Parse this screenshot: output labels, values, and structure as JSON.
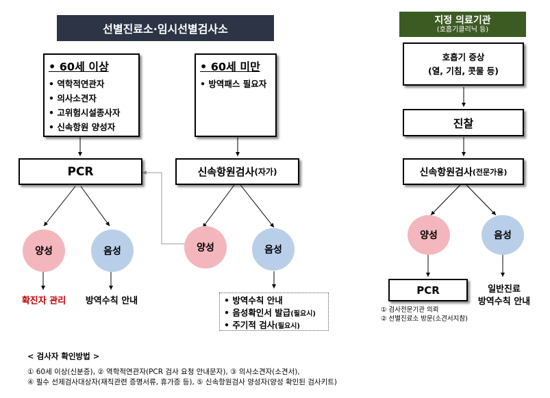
{
  "header_left": "선별진료소·임시선별검사소",
  "header_right": {
    "title": "지정 의료기관",
    "subtitle": "(호흡기클리닉 등)"
  },
  "box_over60": {
    "title": "60세 이상",
    "items": [
      "역학적연관자",
      "의사소견자",
      "고위험시설종사자",
      "신속항원 양성자"
    ]
  },
  "box_under60": {
    "title": "60세 미만",
    "items": [
      "방역패스 필요자"
    ]
  },
  "pcr_left": "PCR",
  "rat_self": {
    "main": "신속항원검사",
    "suffix": "(자가)"
  },
  "circles_left": {
    "positive": "양성",
    "negative": "음성"
  },
  "circles_mid": {
    "positive": "양성",
    "negative": "음성"
  },
  "result_confirmed": "확진자 관리",
  "result_quarantine": "방역수칙 안내",
  "dotted_box_items": [
    {
      "bullet": "•",
      "main": "방역수칙 안내",
      "note": ""
    },
    {
      "bullet": "•",
      "main": "음성확인서 발급",
      "note": "(필요시)"
    },
    {
      "bullet": "•",
      "main": "주기적 검사",
      "note": "(필요시)"
    }
  ],
  "right_symptoms": {
    "line1": "호흡기 증상",
    "line2": "(열, 기침, 콧물 등)"
  },
  "right_exam": "진찰",
  "rat_pro": {
    "main": "신속항원검사",
    "suffix": "(전문가용)"
  },
  "circles_right": {
    "positive": "양성",
    "negative": "음성"
  },
  "pcr_right": "PCR",
  "general_care": {
    "line1": "일반진료",
    "line2": "방역수칙 안내"
  },
  "pcr_notes": [
    "① 검사전문기관 의뢰",
    "② 선별진료소 방문(소견서지참)"
  ],
  "footer": {
    "title": "< 검사자 확인방법 >",
    "line1": "① 60세 이상(신분증), ② 역학적연관자(PCR 검사 요청 안내문자), ③ 의사소견자(소견서),",
    "line2": "④ 필수 선제검사대상자(재직관련 증명서류, 휴가증 등), ⑤ 신속항원검사 양성자(양성 확인된 검사키트)"
  },
  "colors": {
    "header_dark": "#2c3446",
    "header_green": "#3c5b23",
    "positive": "#f4b6bd",
    "negative": "#b9cfe9",
    "confirmed_text": "#c00000"
  }
}
